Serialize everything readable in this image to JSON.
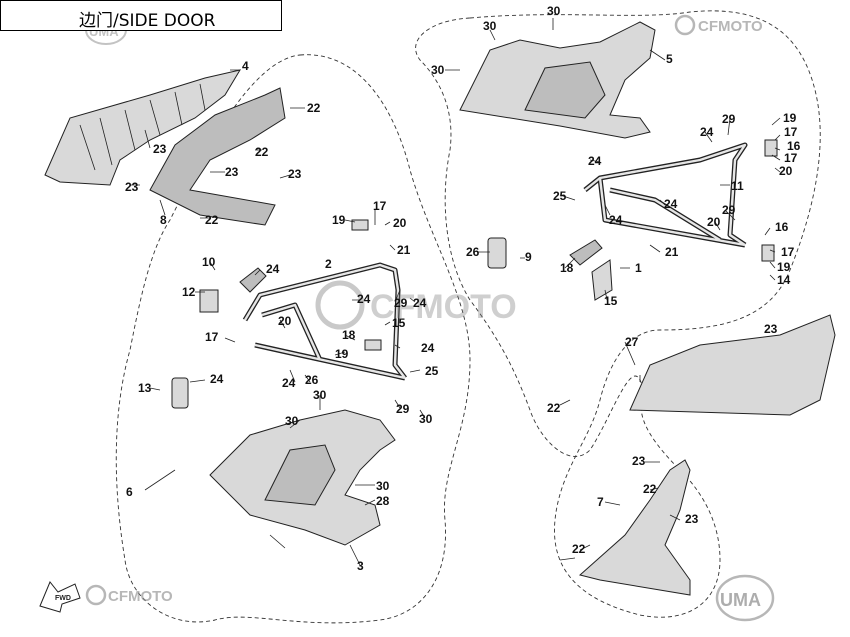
{
  "title": "边门/SIDE DOOR",
  "brand": {
    "watermark_main": "CFMOTO",
    "watermark_top_right": "CFMOTO",
    "watermark_bottom_left": "CFMOTO",
    "uma_top": "UMA",
    "uma_bottom": "UMA",
    "fwd": "FWD"
  },
  "callouts": [
    {
      "id": "c4",
      "text": "4"
    },
    {
      "id": "c22a",
      "text": "22"
    },
    {
      "id": "c23a",
      "text": "23"
    },
    {
      "id": "c22b",
      "text": "22"
    },
    {
      "id": "c23b",
      "text": "23"
    },
    {
      "id": "c23c",
      "text": "23"
    },
    {
      "id": "c23d",
      "text": "23"
    },
    {
      "id": "c8",
      "text": "8"
    },
    {
      "id": "c22c",
      "text": "22"
    },
    {
      "id": "c30a",
      "text": "30"
    },
    {
      "id": "c30b",
      "text": "30"
    },
    {
      "id": "c30c",
      "text": "30"
    },
    {
      "id": "c5",
      "text": "5"
    },
    {
      "id": "c19a",
      "text": "19"
    },
    {
      "id": "c29a",
      "text": "29"
    },
    {
      "id": "c24a",
      "text": "24"
    },
    {
      "id": "c17a",
      "text": "17"
    },
    {
      "id": "c16a",
      "text": "16"
    },
    {
      "id": "c17b",
      "text": "17"
    },
    {
      "id": "c20a",
      "text": "20"
    },
    {
      "id": "c24b",
      "text": "24"
    },
    {
      "id": "c11",
      "text": "11"
    },
    {
      "id": "c25a",
      "text": "25"
    },
    {
      "id": "c24c",
      "text": "24"
    },
    {
      "id": "c24d",
      "text": "24"
    },
    {
      "id": "c29b",
      "text": "29"
    },
    {
      "id": "c20b",
      "text": "20"
    },
    {
      "id": "c16b",
      "text": "16"
    },
    {
      "id": "c17c",
      "text": "17"
    },
    {
      "id": "c19b",
      "text": "19"
    },
    {
      "id": "c14",
      "text": "14"
    },
    {
      "id": "c26a",
      "text": "26"
    },
    {
      "id": "c9",
      "text": "9"
    },
    {
      "id": "c18a",
      "text": "18"
    },
    {
      "id": "c21a",
      "text": "21"
    },
    {
      "id": "c1",
      "text": "1"
    },
    {
      "id": "c15a",
      "text": "15"
    },
    {
      "id": "c19c",
      "text": "19"
    },
    {
      "id": "c17d",
      "text": "17"
    },
    {
      "id": "c20c",
      "text": "20"
    },
    {
      "id": "c21b",
      "text": "21"
    },
    {
      "id": "c10",
      "text": "10"
    },
    {
      "id": "c24e",
      "text": "24"
    },
    {
      "id": "c2",
      "text": "2"
    },
    {
      "id": "c12",
      "text": "12"
    },
    {
      "id": "c24f",
      "text": "24"
    },
    {
      "id": "c29c",
      "text": "29"
    },
    {
      "id": "c24g",
      "text": "24"
    },
    {
      "id": "c20d",
      "text": "20"
    },
    {
      "id": "c15b",
      "text": "15"
    },
    {
      "id": "c18b",
      "text": "18"
    },
    {
      "id": "c17e",
      "text": "17"
    },
    {
      "id": "c24h",
      "text": "24"
    },
    {
      "id": "c19d",
      "text": "19"
    },
    {
      "id": "c25b",
      "text": "25"
    },
    {
      "id": "c24i",
      "text": "24"
    },
    {
      "id": "c26b",
      "text": "26"
    },
    {
      "id": "c13",
      "text": "13"
    },
    {
      "id": "c24j",
      "text": "24"
    },
    {
      "id": "c29d",
      "text": "29"
    },
    {
      "id": "c30d",
      "text": "30"
    },
    {
      "id": "c30e",
      "text": "30"
    },
    {
      "id": "c30f",
      "text": "30"
    },
    {
      "id": "c30g",
      "text": "30"
    },
    {
      "id": "c28",
      "text": "28"
    },
    {
      "id": "c6",
      "text": "6"
    },
    {
      "id": "c3",
      "text": "3"
    },
    {
      "id": "c23e",
      "text": "23"
    },
    {
      "id": "c27",
      "text": "27"
    },
    {
      "id": "c22d",
      "text": "22"
    },
    {
      "id": "c23f",
      "text": "23"
    },
    {
      "id": "c22e",
      "text": "22"
    },
    {
      "id": "c7",
      "text": "7"
    },
    {
      "id": "c23g",
      "text": "23"
    },
    {
      "id": "c22f",
      "text": "22"
    }
  ]
}
